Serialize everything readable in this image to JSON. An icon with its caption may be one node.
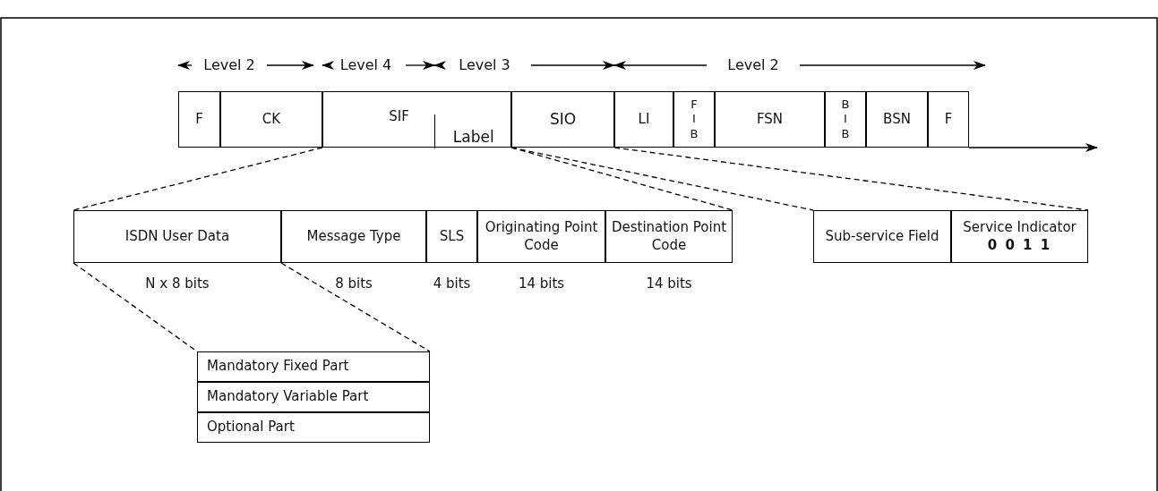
{
  "diagram": {
    "nodes": [
      {
        "text": [
          "F"
        ]
      },
      {
        "text": [
          "CK"
        ]
      },
      {
        "text": [
          "SIF"
        ]
      },
      {
        "text": [
          "Label"
        ],
        "in": 2
      },
      {
        "text": [
          "SIO"
        ]
      },
      {
        "text": [
          "LI"
        ]
      },
      {
        "text": [
          "F I B"
        ]
      },
      {
        "text": [
          "FSN"
        ]
      },
      {
        "text": [
          "B I B"
        ]
      },
      {
        "text": [
          "BSN"
        ]
      },
      {
        "text": [
          "F"
        ]
      },
      {
        "text": [
          "ISDN User Data"
        ],
        "beside": [
          "N x 8 bits"
        ]
      },
      {
        "text": [
          "Message Type"
        ],
        "beside": [
          "8 bits"
        ]
      },
      {
        "text": [
          "SLS"
        ],
        "beside": [
          "4 bits"
        ]
      },
      {
        "text": [
          "Originating Point Code"
        ],
        "beside": [
          "14 bits"
        ]
      },
      {
        "text": [
          "Destination Point Code"
        ],
        "beside": [
          "14 bits"
        ]
      },
      {
        "text": [
          "Sub-service Field"
        ]
      },
      {
        "text": [
          "Service Indicator",
          "0 0 1 1"
        ]
      },
      {
        "text": [
          "Mandatory Fixed Part"
        ]
      },
      {
        "text": [
          "Mandatory Variable Part"
        ]
      },
      {
        "text": [
          "Optional Part"
        ]
      }
    ],
    "edges": [
      {
        "from": 2,
        "to": 11,
        "arrow": "none",
        "style": "dashed"
      },
      {
        "from": 3,
        "to": 15,
        "arrow": "none",
        "style": "dashed"
      },
      {
        "from": 4,
        "to": 16,
        "arrow": "none",
        "style": "dashed"
      },
      {
        "from": 4,
        "to": 17,
        "arrow": "none",
        "style": "dashed"
      },
      {
        "from": 11,
        "to": 18,
        "arrow": "none",
        "style": "dashed"
      },
      {
        "from": 11,
        "to": 18,
        "arrow": "none",
        "style": "dashed"
      }
    ],
    "labels": [
      "Level 2",
      "Level 4",
      "Level 3",
      "Level 2"
    ]
  }
}
